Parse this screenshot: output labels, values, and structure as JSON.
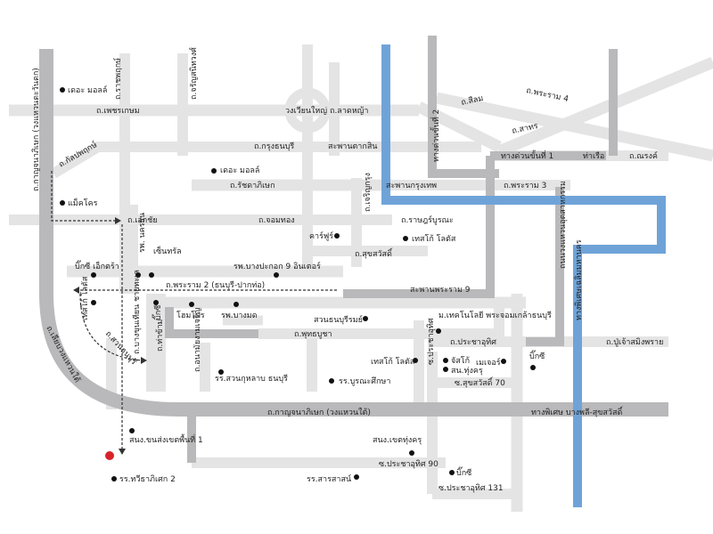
{
  "map": {
    "colors": {
      "minor_road": "#e4e4e4",
      "major_road": "#b9b9bb",
      "expressway": "#6fa3d8",
      "poi": "#111111",
      "destination": "#d8232a",
      "route": "#333333"
    },
    "labels": {
      "ring_road_west": "ถ.กาญจนาภิเษก (วงแหวนตะวันตก)",
      "ratchaphruek": "ถ.ราชพฤกษ์",
      "charansanitwong": "ถ.จรัญสนิทวงศ์",
      "the_mall_1": "เดอะ มอลล์",
      "phetkasem": "ถ.เพชรเกษม",
      "wongwian_yai": "วงเวียนใหญ่",
      "lat_ya": "ถ.ลาดหญ้า",
      "silom": "ถ.สีลม",
      "rama4": "ถ.พระราม 4",
      "expressway2": "ทางด่วนขั้นที่ 2",
      "sathorn": "ถ.สาทร",
      "kanlapaphruek": "ถ.กัลปพฤกษ์",
      "krung_thonburi": "ถ.กรุงธนบุรี",
      "taksin_bridge": "สะพานตากสิน",
      "expressway1": "ทางด่วนขั้นที่ 1",
      "tha_ruea": "ท่าเรือ",
      "at_narong": "ถ.ณรงค์",
      "the_mall_2": "เดอะ มอลล์",
      "ratchadaphisek": "ถ.รัชดาภิเษก",
      "krungthep_bridge": "สะพานกรุงเทพ",
      "rama3": "ถ.พระราม 3",
      "charoen_krung": "ถ.เจริญกรุง",
      "makro": "แม็คโคร",
      "ekachai": "ถ.เอกชัย",
      "chom_thong": "ถ.จอมทอง",
      "rat_burana": "ถ.ราษฎร์บูรณะ",
      "carrefour": "คาร์ฟูร์",
      "tesco_1": "เทสโก้ โลตัส",
      "rama9_bridge_road": "สะพานพระราม 9",
      "industrial_ring": "ถนนวงแหวนอุตสาหกรรม",
      "bigc_ekachai": "บิ๊กซี เอ็กตร้า",
      "bangpakok_hospital": "รพ.บางปะกอก 9 อินเตอร์",
      "suksawat": "ถ.สุขสวัสดิ์",
      "rama2": "ถ.พระราม 2 (ธนบุรี-ปากท่อ)",
      "rama9_bridge": "สะพานพระราม 9",
      "chalerm_mahanakorn_exp": "ทางพิเศษเฉลิมมหานคร",
      "nakhon_hospital": "รพ. นครธน",
      "central": "เซ็นทรัล",
      "bigc_2": "บิ๊กซี",
      "tesco_2": "เทสโก้ โลตัส",
      "home_pro": "โฮมโปร",
      "bangmod_hospital": "รพ.บางมด",
      "suan_thonburirom": "สวนธนบุรีรมย์",
      "kmutt": "ม.เทคโนโลยี พระจอมเกล้าธนบุรี",
      "tha_kham": "ถ.ท่าข้าม",
      "phutthabucha": "ถ.พุทธบูชา",
      "pracha_uthit": "ถ.ประชาอุทิศ",
      "suan_thonburi": "ถ.สวนธนบุรี",
      "bang_khun_thian": "ถ.บางขุนเทียน ชายทะเล",
      "anamai_ngamcharoen": "ถ.อนามัยงามเจริญ",
      "tesco_3": "เทสโก้ โลตัส",
      "jusco": "จัสโก้",
      "pracha_uthit_soi": "ซ.ประชาอุทิศ",
      "police_thungkru": "สน.ทุ่งครุ",
      "major": "เมเจอร์",
      "bigc_3": "บิ๊กซี",
      "puchao_saming_phrai": "ถ.ปู่เจ้าสมิงพราย",
      "suksawat_70": "ซ.สุขสวัสดิ์ 70",
      "suan_kularb": "รร.สวนกุหลาบ ธนบุรี",
      "buranasueksa": "รร.บูรณะศึกษา",
      "kanchanaphisek_south": "ถ.กาญจนาภิเษก (วงแหวนใต้)",
      "bangphli_suksawat_exp": "ทางพิเศษ บางพลี-สุขสวัสดิ์",
      "ring_road_south_diag": "ถ.เลียบวงแหวนใต้",
      "district_office": "สนง.ขนส่งเขตพื้นที่ 1",
      "thungkru_district": "สนง.เขตทุ่งครุ",
      "pracha_uthit_90": "ซ.ประชาอุทิศ 90",
      "school_trithaphisek": "รร.ทวีธาภิเศก 2",
      "sarasas": "รร.สารสาสน์",
      "bigc_4": "บิ๊กซี",
      "pracha_uthit_131": "ซ.ประชาอุทิศ 131"
    }
  }
}
